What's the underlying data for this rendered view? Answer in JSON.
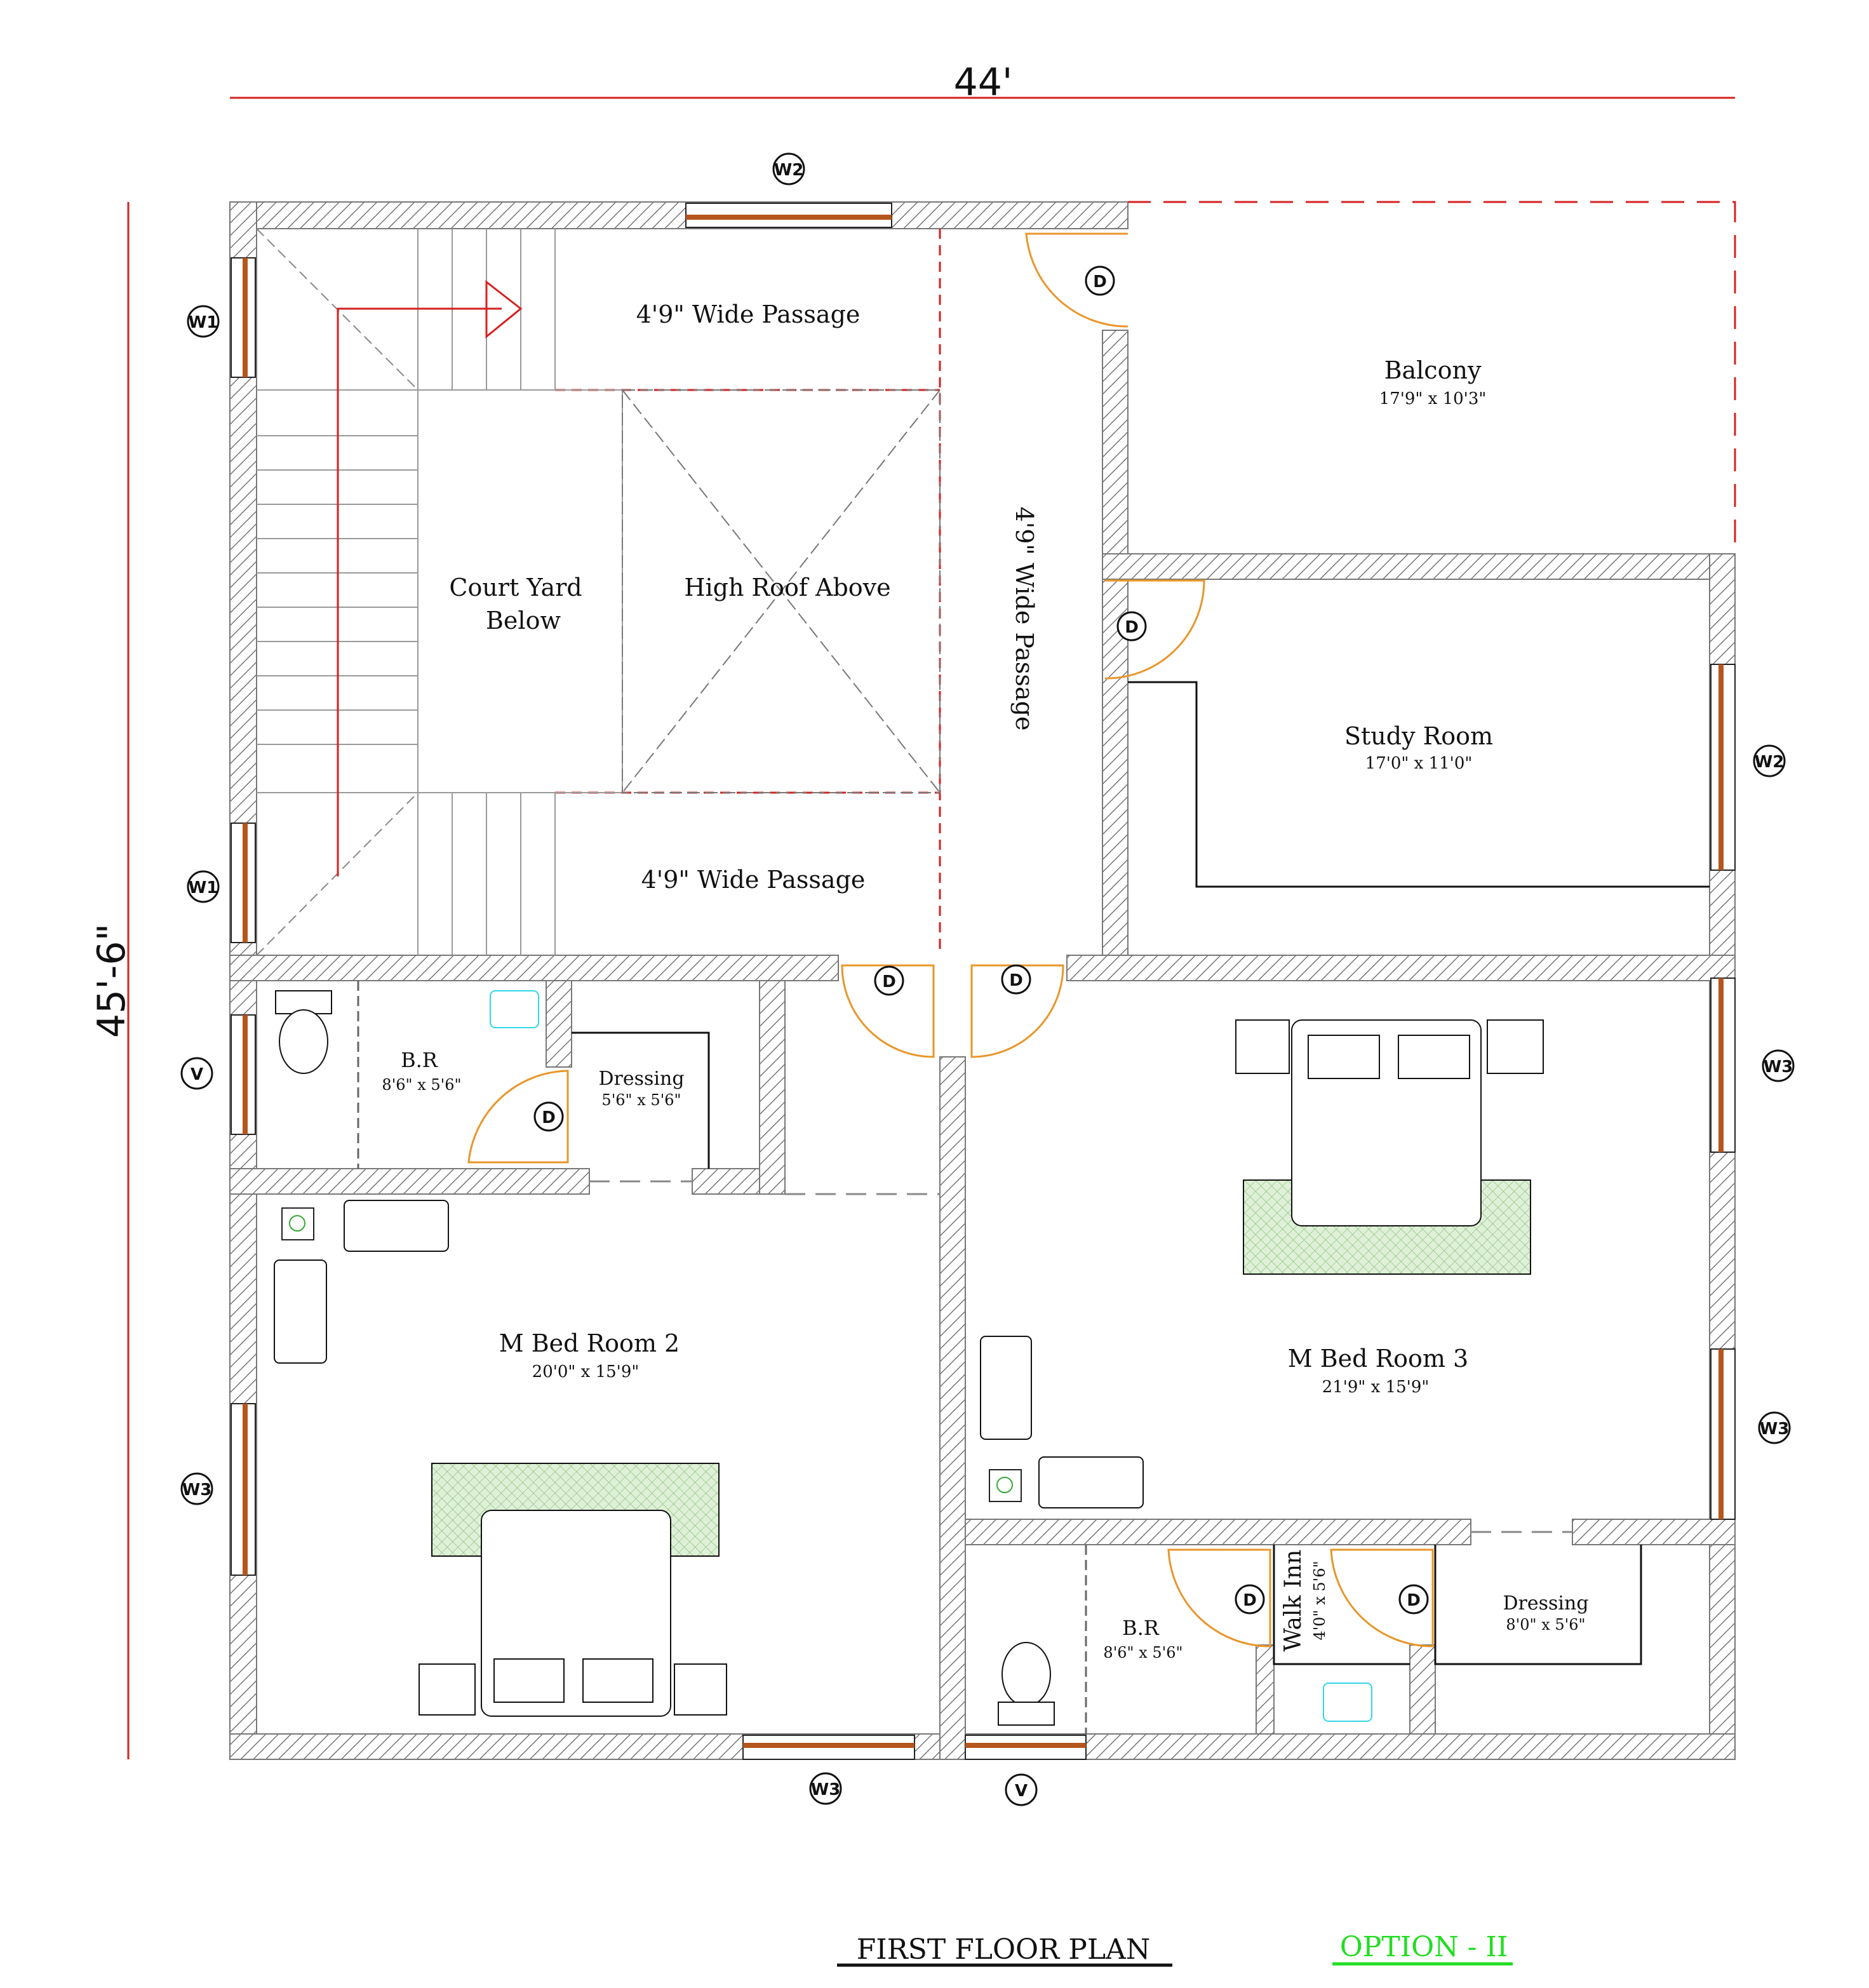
{
  "dimensions": {
    "width": "44'",
    "height": "45'-6\""
  },
  "rooms": {
    "passage_top": "4'9\" Wide Passage",
    "passage_bottom": "4'9\" Wide Passage",
    "passage_vertical": "4'9\" Wide Passage",
    "courtyard_line1": "Court Yard",
    "courtyard_line2": "Below",
    "high_roof": "High Roof Above",
    "balcony": {
      "name": "Balcony",
      "size": "17'9\" x 10'3\""
    },
    "study": {
      "name": "Study Room",
      "size": "17'0\" x 11'0\""
    },
    "br1": {
      "name": "B.R",
      "size": "8'6\" x 5'6\""
    },
    "dressing1": {
      "name": "Dressing",
      "size": "5'6\" x 5'6\""
    },
    "bed2": {
      "name": "M Bed Room  2",
      "size": "20'0\" x 15'9\""
    },
    "bed3": {
      "name": "M Bed Room  3",
      "size": "21'9\" x 15'9\""
    },
    "br2": {
      "name": "B.R",
      "size": "8'6\" x 5'6\""
    },
    "walkin": {
      "name": "Walk Inn",
      "size": "4'0\" x 5'6\""
    },
    "dressing2": {
      "name": "Dressing",
      "size": "8'0\" x 5'6\""
    }
  },
  "tags": {
    "door": "D",
    "w1": "W1",
    "w2": "W2",
    "w3": "W3",
    "v": "V"
  },
  "footer": {
    "title": "FIRST FLOOR PLAN",
    "option": "OPTION - II"
  },
  "colors": {
    "dim_line": "#d62020",
    "door": "#e8962a",
    "window": "#b5561d",
    "option": "#22dd22",
    "sanitary": "#33d6e8"
  }
}
